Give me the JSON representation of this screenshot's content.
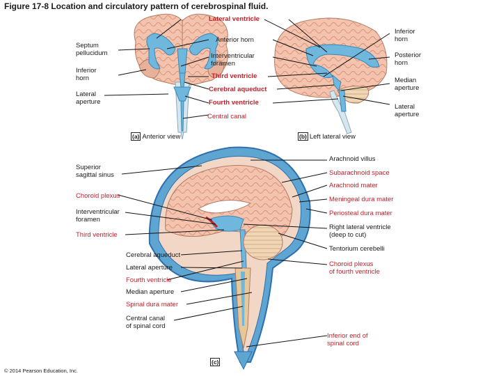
{
  "title": "Figure 17-8  Location and circulatory pattern of cerebrospinal fluid.",
  "copyright": "© 2014 Pearson Education, Inc.",
  "panel_a": {
    "letter": "(a)",
    "caption": "Anterior view",
    "labels": {
      "lateral_ventricle": "Lateral ventricle",
      "septum_pellucidum": "Septum\npellucidum",
      "inferior_horn": "Inferior\nhorn",
      "lateral_aperture": "Lateral\naperture",
      "anterior_horn": "Anterior horn",
      "interventricular_foramen": "Interventricular\nforamen",
      "third_ventricle": "Third ventricle",
      "cerebral_aqueduct": "Cerebral aqueduct",
      "fourth_ventricle": "Fourth ventricle",
      "central_canal": "Central canal"
    }
  },
  "panel_b": {
    "letter": "(b)",
    "caption": "Left lateral view",
    "labels": {
      "inferior_horn": "Inferior\nhorn",
      "posterior_horn": "Posterior\nhorn",
      "median_aperture": "Median\naperture",
      "lateral_aperture": "Lateral\naperture"
    }
  },
  "panel_c": {
    "letter": "(c)",
    "labels": {
      "superior_sagittal_sinus": "Superior\nsagittal sinus",
      "choroid_plexus": "Choroid plexus",
      "interventricular_foramen": "Interventricular\nforamen",
      "third_ventricle": "Third ventricle",
      "cerebral_aqueduct": "Cerebral aqueduct",
      "lateral_aperture": "Lateral aperture",
      "fourth_ventricle": "Fourth ventricle",
      "median_aperture": "Median aperture",
      "spinal_dura_mater": "Spinal dura mater",
      "central_canal": "Central canal\nof spinal cord",
      "arachnoid_villus": "Arachnoid villus",
      "subarachnoid_space": "Subarachnoid space",
      "arachnoid_mater": "Arachnoid mater",
      "meningeal_dura_mater": "Meningeal dura mater",
      "periosteal_dura_mater": "Periosteal dura mater",
      "right_lateral_ventricle": "Right lateral ventricle\n(deep to cut)",
      "tentorium_cerebelli": "Tentorium cerebelli",
      "choroid_plexus_fourth": "Choroid plexus\nof fourth ventricle",
      "inferior_end": "Inferior end of\nspinal cord"
    }
  },
  "colors": {
    "csf_blue": "#6fb7dd",
    "brain_pink": "#f4c2ae",
    "label_red": "#c4202a",
    "dura_blue": "#2f6fae"
  }
}
